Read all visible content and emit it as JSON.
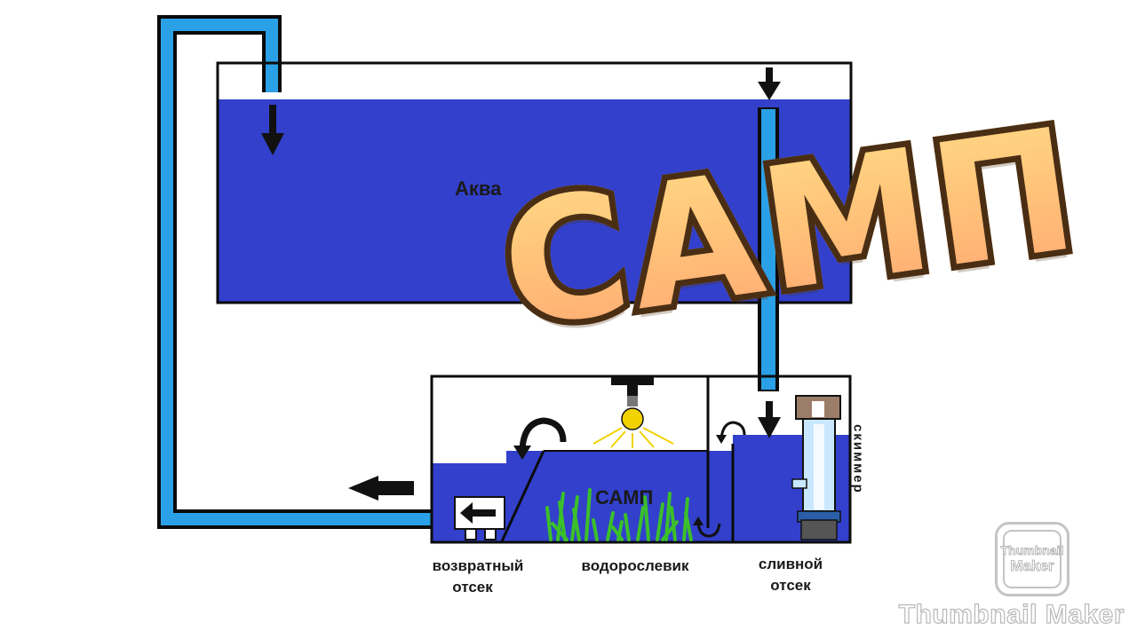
{
  "diagram": {
    "aquarium_label": "Аква",
    "sump_label": "САМП",
    "return_section_label_line1": "возвратный",
    "return_section_label_line2": "отсек",
    "refugium_label": "водорослевик",
    "drain_section_label_line1": "сливной",
    "drain_section_label_line2": "отсек",
    "skimmer_label": "скиммер"
  },
  "overlay": {
    "title": "САМП"
  },
  "watermark": {
    "logo_line1": "Thumbnail",
    "logo_line2": "Maker",
    "text": "Thumbnail Maker"
  },
  "colors": {
    "water": "#3240cc",
    "pipe": "#2aa0e6",
    "pipe_outline": "#0b0b0b",
    "algae": "#3bbf2a"
  }
}
